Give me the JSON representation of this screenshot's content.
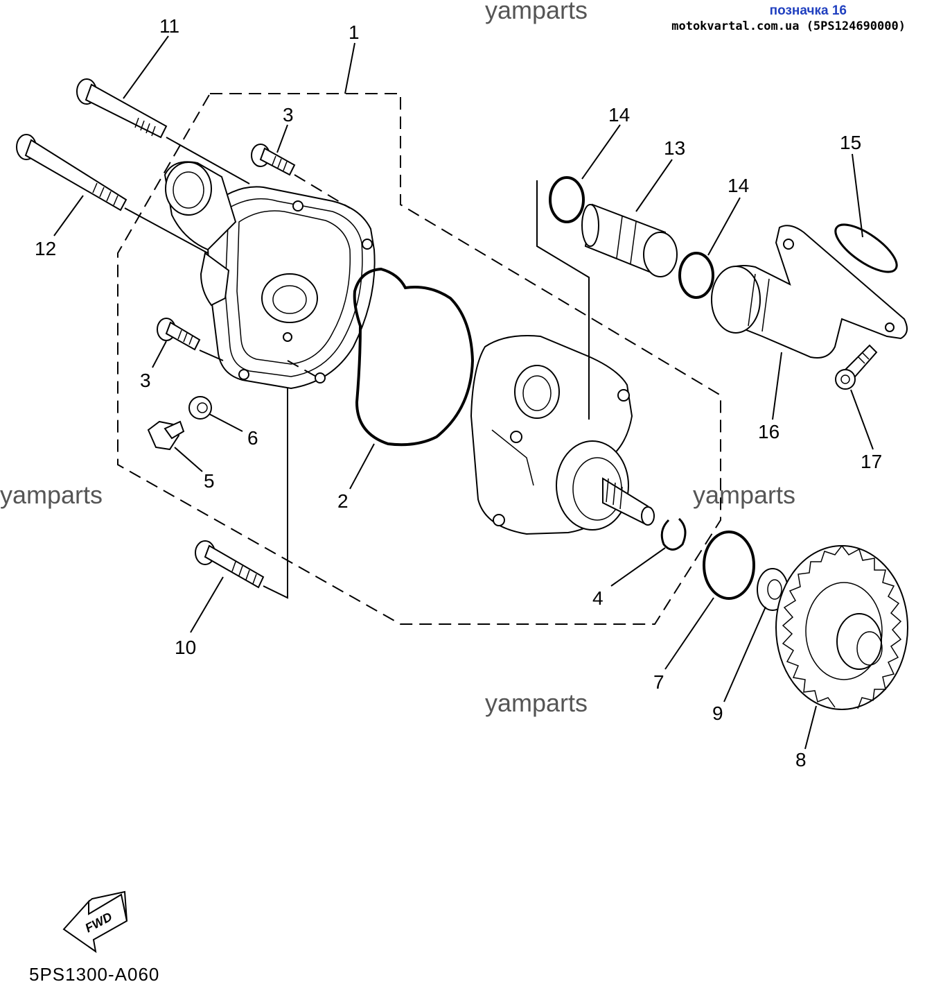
{
  "header": {
    "tag": "позначка 16",
    "source": "motokvartal.com.ua (5PS124690000)"
  },
  "watermark": "yamparts",
  "diagram_code": "5PS1300-A060",
  "fwd_label": "FWD",
  "callouts": {
    "c1": "1",
    "c2": "2",
    "c3a": "3",
    "c3b": "3",
    "c4": "4",
    "c5": "5",
    "c6": "6",
    "c7": "7",
    "c8": "8",
    "c9": "9",
    "c10": "10",
    "c11": "11",
    "c12": "12",
    "c13": "13",
    "c14a": "14",
    "c14b": "14",
    "c15": "15",
    "c16": "16",
    "c17": "17"
  }
}
